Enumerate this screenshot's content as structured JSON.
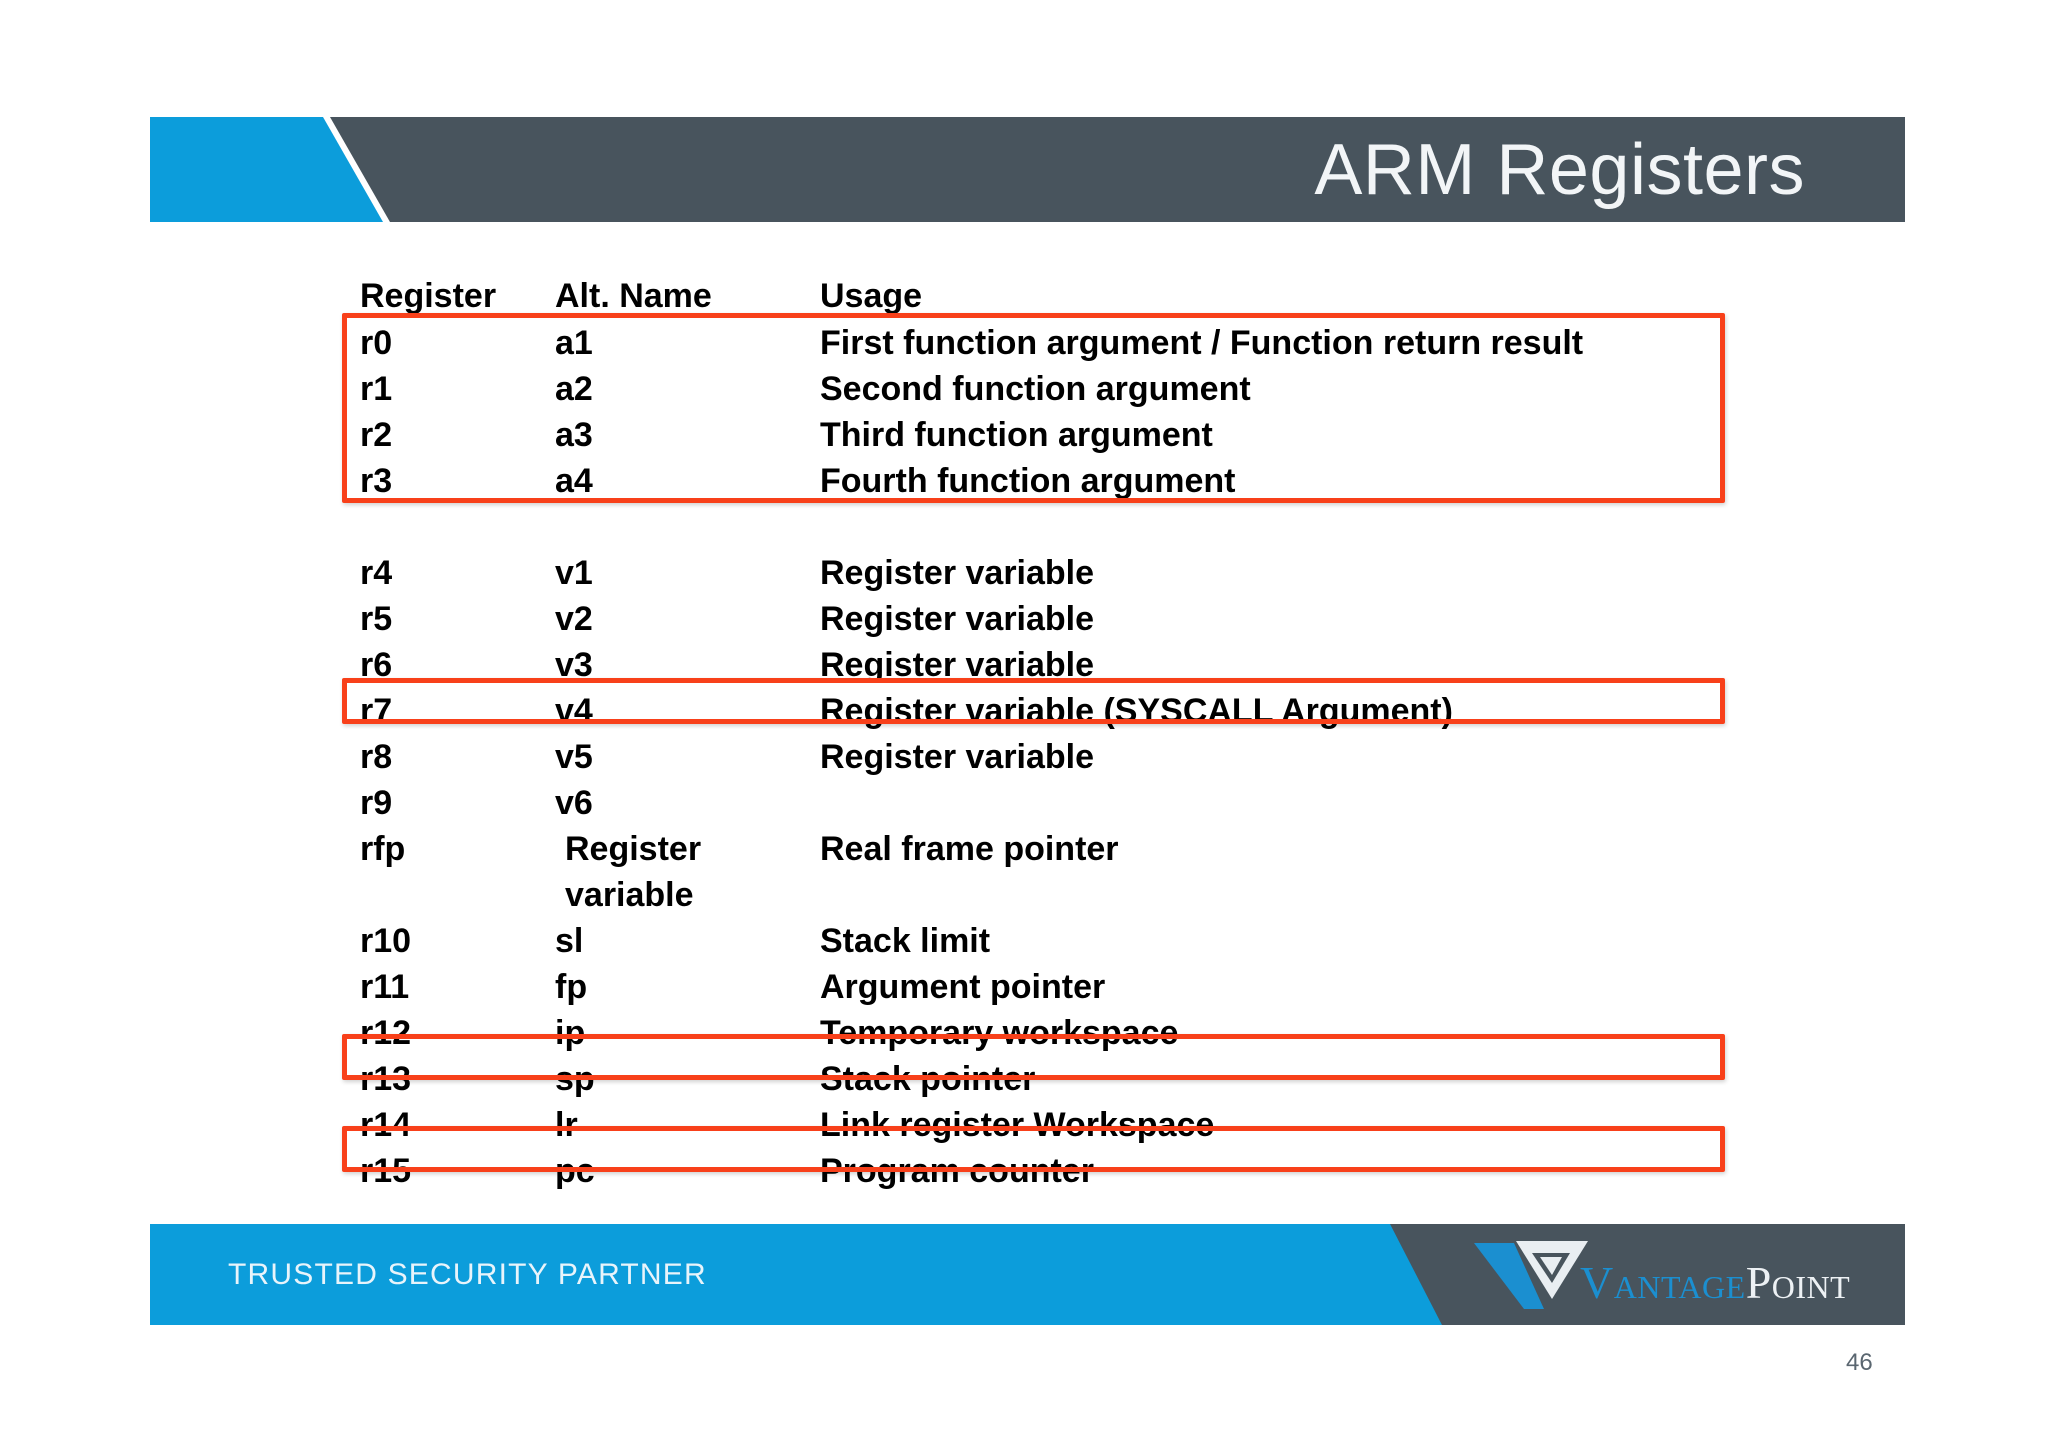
{
  "slide": {
    "title": "ARM Registers",
    "page_number": "46"
  },
  "colors": {
    "brand_blue": "#0C9DDB",
    "brand_slate": "#48545D",
    "highlight_red": "#F8401A",
    "title_text": "#F2F5F7",
    "logo_blue": "#1B8FD0",
    "logo_white": "#EDF1F4"
  },
  "table": {
    "headers": {
      "register": "Register",
      "alt_name": "Alt. Name",
      "usage": "Usage"
    },
    "rows": [
      {
        "register": "r0",
        "alt_name": "a1",
        "usage": "First function argument / Function return result"
      },
      {
        "register": "r1",
        "alt_name": "a2",
        "usage": "Second function argument"
      },
      {
        "register": "r2",
        "alt_name": "a3",
        "usage": "Third function argument"
      },
      {
        "register": "r3",
        "alt_name": "a4",
        "usage": "Fourth function argument"
      },
      {
        "register": "r4",
        "alt_name": "v1",
        "usage": "Register variable"
      },
      {
        "register": "r5",
        "alt_name": "v2",
        "usage": "Register variable"
      },
      {
        "register": "r6",
        "alt_name": "v3",
        "usage": "Register variable"
      },
      {
        "register": "r7",
        "alt_name": "v4",
        "usage": "Register variable (SYSCALL Argument)"
      },
      {
        "register": "r8",
        "alt_name": "v5",
        "usage": "Register variable"
      },
      {
        "register": "r9",
        "alt_name": "v6",
        "usage": ""
      },
      {
        "register": "rfp",
        "alt_name": "Register variable",
        "usage": "Real frame pointer"
      },
      {
        "register": "r10",
        "alt_name": "sl",
        "usage": "Stack limit"
      },
      {
        "register": "r11",
        "alt_name": "fp",
        "usage": "Argument pointer"
      },
      {
        "register": "r12",
        "alt_name": "ip",
        "usage": "Temporary workspace"
      },
      {
        "register": "r13",
        "alt_name": "sp",
        "usage": "Stack pointer"
      },
      {
        "register": "r14",
        "alt_name": "lr",
        "usage": "Link register Workspace"
      },
      {
        "register": "r15",
        "alt_name": "pc",
        "usage": "Program counter"
      }
    ]
  },
  "footer": {
    "tagline": "TRUSTED SECURITY PARTNER",
    "logo": {
      "word_primary": "Vantage",
      "word_secondary": "Point"
    }
  }
}
